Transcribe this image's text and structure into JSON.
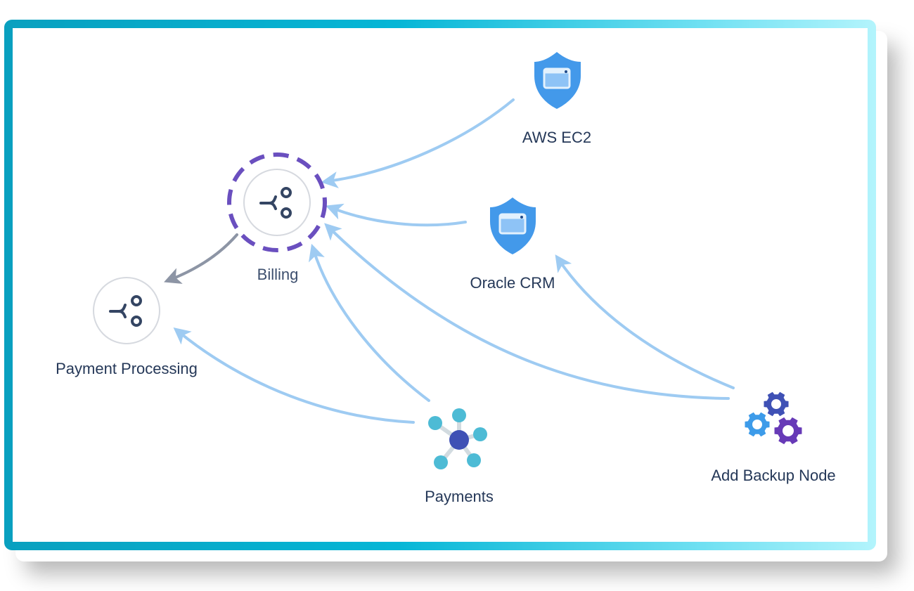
{
  "diagram": {
    "nodes": [
      {
        "id": "billing",
        "label": "Billing",
        "icon": "branch-icon",
        "type": "service",
        "selected": true
      },
      {
        "id": "payment-processing",
        "label": "Payment Processing",
        "icon": "branch-icon",
        "type": "service",
        "selected": false
      },
      {
        "id": "aws-ec2",
        "label": "AWS EC2",
        "icon": "shield-window-icon",
        "type": "infrastructure"
      },
      {
        "id": "oracle-crm",
        "label": "Oracle CRM",
        "icon": "shield-window-icon",
        "type": "infrastructure"
      },
      {
        "id": "payments",
        "label": "Payments",
        "icon": "network-hub-icon",
        "type": "group"
      },
      {
        "id": "add-backup-node",
        "label": "Add Backup Node",
        "icon": "gears-icon",
        "type": "action"
      }
    ],
    "edges": [
      {
        "from": "aws-ec2",
        "to": "billing",
        "kind": "dependency"
      },
      {
        "from": "oracle-crm",
        "to": "billing",
        "kind": "dependency"
      },
      {
        "from": "add-backup-node",
        "to": "billing",
        "kind": "dependency"
      },
      {
        "from": "add-backup-node",
        "to": "oracle-crm",
        "kind": "dependency"
      },
      {
        "from": "payments",
        "to": "billing",
        "kind": "dependency"
      },
      {
        "from": "payments",
        "to": "payment-processing",
        "kind": "dependency"
      },
      {
        "from": "billing",
        "to": "payment-processing",
        "kind": "primary"
      }
    ]
  },
  "colors": {
    "frame_start": "#09a0bf",
    "frame_end": "#b3f4fc",
    "edge_dependency": "#9ecbf2",
    "edge_primary": "#8d95a5",
    "selection_ring": "#6a4fbf",
    "node_outline": "#d6d9df",
    "branch_icon": "#344563",
    "shield": "#4399ea",
    "hub_center": "#3f51b5",
    "hub_satellite": "#4dbbd5",
    "gear_blue": "#3d9be9",
    "gear_indigo": "#3f51b5",
    "gear_purple": "#673ab7",
    "label_text": "#253858"
  }
}
